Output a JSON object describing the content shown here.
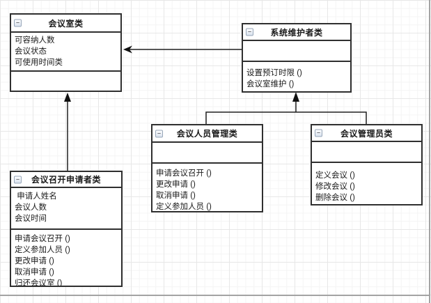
{
  "ui": {
    "collapse_glyph": "−"
  },
  "colors": {
    "box_border": "#2f2f2f",
    "box_fill": "#ffffff",
    "connector": "#1f1f1f",
    "grid_fine": "#f4f4f4",
    "grid_major": "#e7e7e7",
    "page_edge": "#a3a3a3",
    "text": "#1a1a1a"
  },
  "classes": [
    {
      "title": "会议室类",
      "attributes": [
        "可容纳人数",
        "会议状态",
        "可使用时间类"
      ],
      "methods": []
    },
    {
      "title": "系统维护者类",
      "attributes": [],
      "methods": [
        "设置预订时限 ()",
        "会议室维护 ()"
      ]
    },
    {
      "title": "会议人员管理类",
      "attributes": [],
      "methods": [
        "申请会议召开 ()",
        "更改申请 ()",
        "取消申请 ()",
        "定义参加人员 ()"
      ]
    },
    {
      "title": "会议管理员类",
      "attributes": [],
      "methods": [
        "定义会议 ()",
        "修改会议 ()",
        "删除会议 ()"
      ]
    },
    {
      "title": "会议召开申请者类",
      "attributes": [
        " 申请人姓名",
        "会议人数",
        "会议时间"
      ],
      "methods": [
        "申请会议召开 ()",
        "定义参加人员 ()",
        "更改申请 ()",
        "取消申请 ()",
        "归还会议室 ()"
      ]
    }
  ],
  "connectors": [
    {
      "type": "directed-association",
      "from": "系统维护者类",
      "to": "会议室类"
    },
    {
      "type": "directed-association",
      "from": "会议召开申请者类",
      "to": "会议室类"
    },
    {
      "type": "directed-association",
      "from": "会议人员管理类 / 会议管理员类",
      "to": "系统维护者类"
    }
  ]
}
